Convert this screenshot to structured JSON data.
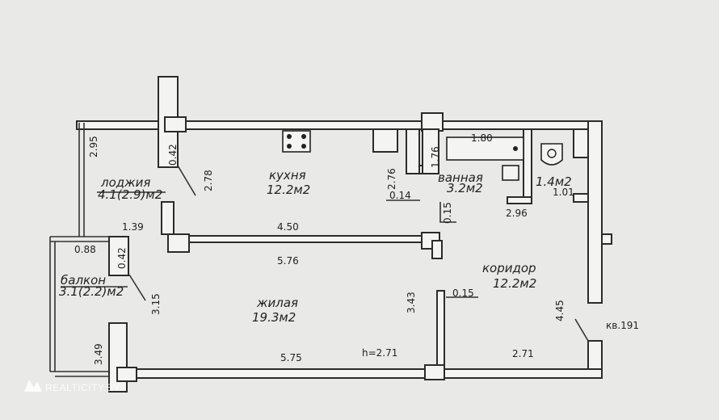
{
  "rooms": {
    "loggia": {
      "name": "лоджия",
      "area": "4.1(2.9)м2"
    },
    "kitchen": {
      "name": "кухня",
      "area": "12.2м2"
    },
    "bathroom": {
      "name": "ванная",
      "area": "3.2м2"
    },
    "wc": {
      "area": "1.4м2"
    },
    "balcony": {
      "name": "балкон",
      "area": "3.1(2.2)м2"
    },
    "living": {
      "name": "жилая",
      "area": "19.3м2"
    },
    "corridor": {
      "name": "коридор",
      "area": "12.2м2"
    }
  },
  "dimensions": {
    "d295": "2.95",
    "d042a": "0.42",
    "d278": "2.78",
    "d276": "2.76",
    "d014": "0.14",
    "d176": "1.76",
    "d180": "1.80",
    "d101": "1.01",
    "d015a": "0.15",
    "d296": "2.96",
    "d139": "1.39",
    "d450": "4.50",
    "d088": "0.88",
    "d042b": "0.42",
    "d576": "5.76",
    "d315": "3.15",
    "d343": "3.43",
    "d015b": "0.15",
    "d445": "4.45",
    "d349": "3.49",
    "d575": "5.75",
    "height": "h=2.71",
    "d271": "2.71"
  },
  "apartment_label": "кв.191",
  "watermark": "REALTICITY.BY"
}
